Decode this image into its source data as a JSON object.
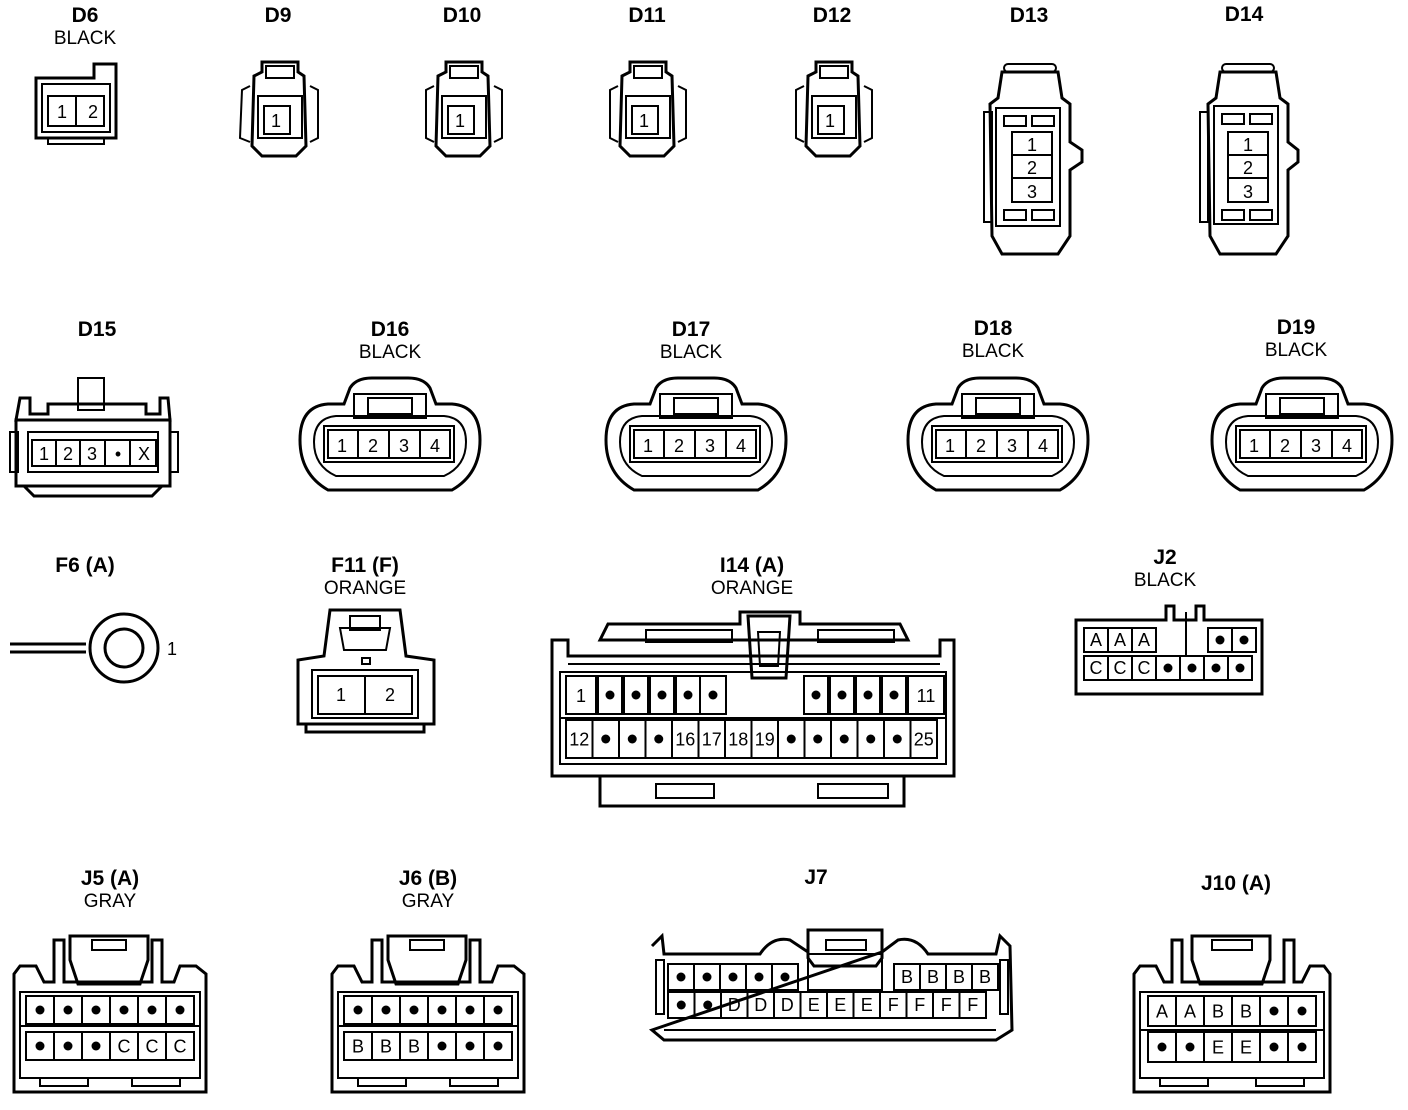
{
  "connectors": {
    "D6": {
      "id": "D6",
      "color": "BLACK",
      "pins": [
        "1",
        "2"
      ]
    },
    "D9": {
      "id": "D9",
      "color": "",
      "pins": [
        "1"
      ]
    },
    "D10": {
      "id": "D10",
      "color": "",
      "pins": [
        "1"
      ]
    },
    "D11": {
      "id": "D11",
      "color": "",
      "pins": [
        "1"
      ]
    },
    "D12": {
      "id": "D12",
      "color": "",
      "pins": [
        "1"
      ]
    },
    "D13": {
      "id": "D13",
      "color": "",
      "pins": [
        "1",
        "2",
        "3"
      ]
    },
    "D14": {
      "id": "D14",
      "color": "",
      "pins": [
        "1",
        "2",
        "3"
      ]
    },
    "D15": {
      "id": "D15",
      "color": "",
      "pins": [
        "1",
        "2",
        "3",
        "•",
        "X"
      ]
    },
    "D16": {
      "id": "D16",
      "color": "BLACK",
      "pins": [
        "1",
        "2",
        "3",
        "4"
      ]
    },
    "D17": {
      "id": "D17",
      "color": "BLACK",
      "pins": [
        "1",
        "2",
        "3",
        "4"
      ]
    },
    "D18": {
      "id": "D18",
      "color": "BLACK",
      "pins": [
        "1",
        "2",
        "3",
        "4"
      ]
    },
    "D19": {
      "id": "D19",
      "color": "BLACK",
      "pins": [
        "1",
        "2",
        "3",
        "4"
      ]
    },
    "F6": {
      "id": "F6 (A)",
      "color": "",
      "pins": [
        "1"
      ]
    },
    "F11": {
      "id": "F11 (F)",
      "color": "ORANGE",
      "pins": [
        "1",
        "2"
      ]
    },
    "I14": {
      "id": "I14 (A)",
      "color": "ORANGE",
      "row1": [
        "1",
        "•",
        "•",
        "•",
        "•",
        "•",
        "•",
        "•",
        "•",
        "•",
        "11"
      ],
      "row2": [
        "12",
        "•",
        "•",
        "•",
        "16",
        "17",
        "18",
        "19",
        "•",
        "•",
        "•",
        "•",
        "•",
        "25"
      ]
    },
    "J2": {
      "id": "J2",
      "color": "BLACK",
      "row1": [
        "A",
        "A",
        "A",
        "•",
        "•"
      ],
      "row2": [
        "C",
        "C",
        "C",
        "•",
        "•",
        "•",
        "•"
      ]
    },
    "J5": {
      "id": "J5 (A)",
      "color": "GRAY",
      "row1": [
        "•",
        "•",
        "•",
        "•",
        "•",
        "•"
      ],
      "row2": [
        "•",
        "•",
        "•",
        "C",
        "C",
        "C"
      ]
    },
    "J6": {
      "id": "J6 (B)",
      "color": "GRAY",
      "row1": [
        "•",
        "•",
        "•",
        "•",
        "•",
        "•"
      ],
      "row2": [
        "B",
        "B",
        "B",
        "•",
        "•",
        "•"
      ]
    },
    "J7": {
      "id": "J7",
      "color": "",
      "row1": [
        "•",
        "•",
        "•",
        "•",
        "•",
        "B",
        "B",
        "B",
        "B"
      ],
      "row2": [
        "•",
        "•",
        "D",
        "D",
        "D",
        "E",
        "E",
        "E",
        "F",
        "F",
        "F",
        "F"
      ]
    },
    "J10": {
      "id": "J10 (A)",
      "color": "",
      "row1": [
        "A",
        "A",
        "B",
        "B",
        "•",
        "•"
      ],
      "row2": [
        "•",
        "•",
        "E",
        "E",
        "•",
        "•"
      ]
    }
  }
}
